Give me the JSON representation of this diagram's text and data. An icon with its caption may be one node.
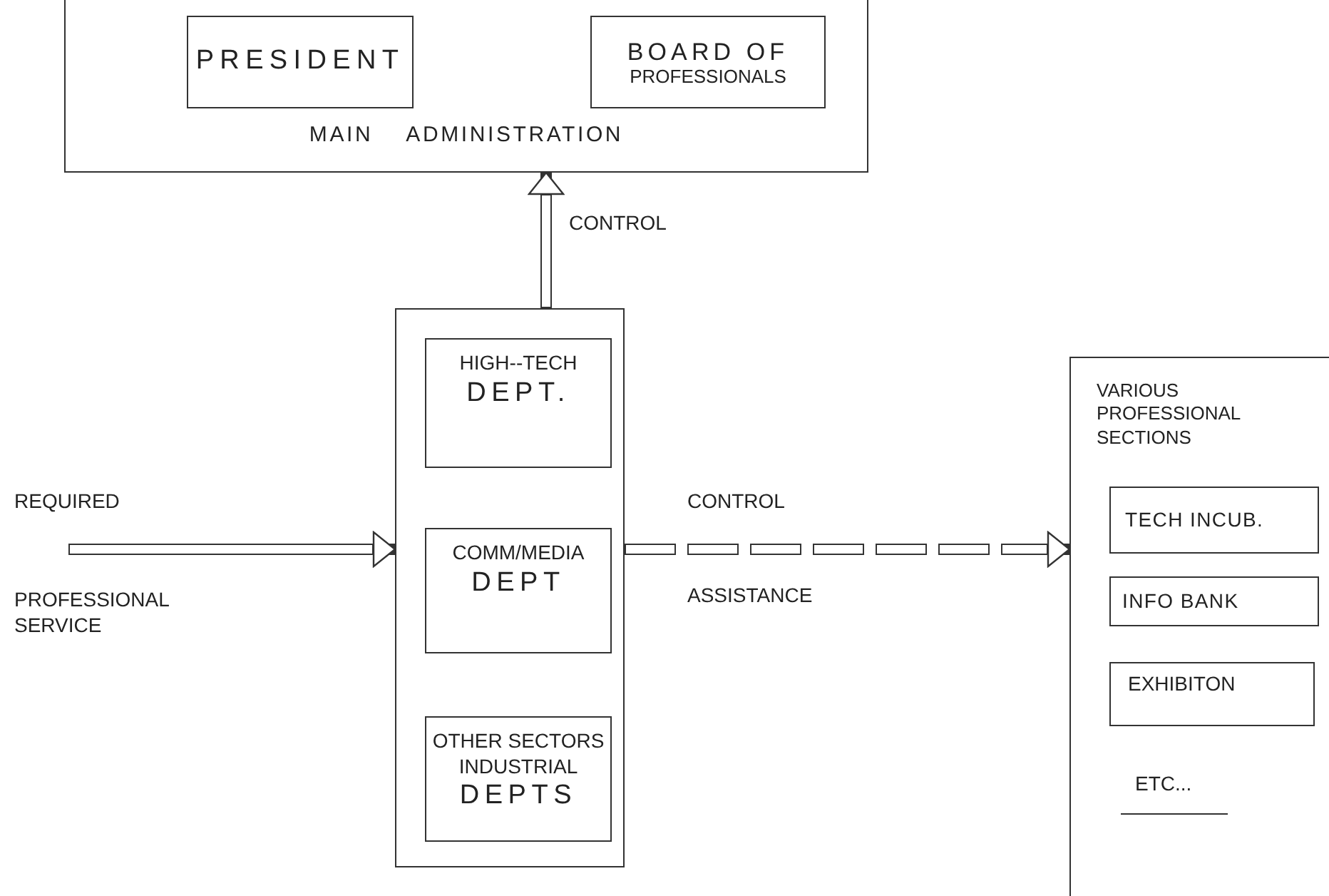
{
  "diagram": {
    "nodes": [
      {
        "text": [
          "MAIN    ADMINISTRATION"
        ]
      },
      {
        "text": [
          "PRESIDENT"
        ],
        "in": 0
      },
      {
        "text": [
          "BOARD OF",
          "PROFESSIONALS"
        ],
        "in": 0
      },
      {
        "text": [],
        "shape": "box"
      },
      {
        "text": [
          "HIGH--TECH",
          "DEPT."
        ],
        "in": 3
      },
      {
        "text": [
          "COMM/MEDIA",
          "DEPT"
        ],
        "in": 3
      },
      {
        "text": [
          "OTHER SECTORS INDUSTRIAL",
          "DEPTS"
        ],
        "in": 3
      },
      {
        "text": [
          "VARIOUS PROFESSIONAL SECTIONS"
        ]
      },
      {
        "text": [
          "TECH INCUB."
        ],
        "in": 7
      },
      {
        "text": [
          "INFO BANK"
        ],
        "in": 7
      },
      {
        "text": [
          "EXHIBITON"
        ],
        "in": 7
      },
      {
        "text": [
          "ETC..."
        ],
        "in": 7
      }
    ],
    "edges": [
      {
        "from": 3,
        "to": 0,
        "arrow": "to",
        "label": "CONTROL"
      },
      {
        "from": null,
        "to": 3,
        "arrow": "to"
      },
      {
        "from": 3,
        "to": 7,
        "arrow": "to",
        "style": "dashed"
      }
    ],
    "labels": [
      "REQUIRED",
      "PROFESSIONAL SERVICE",
      "CONTROL",
      "ASSISTANCE"
    ]
  }
}
